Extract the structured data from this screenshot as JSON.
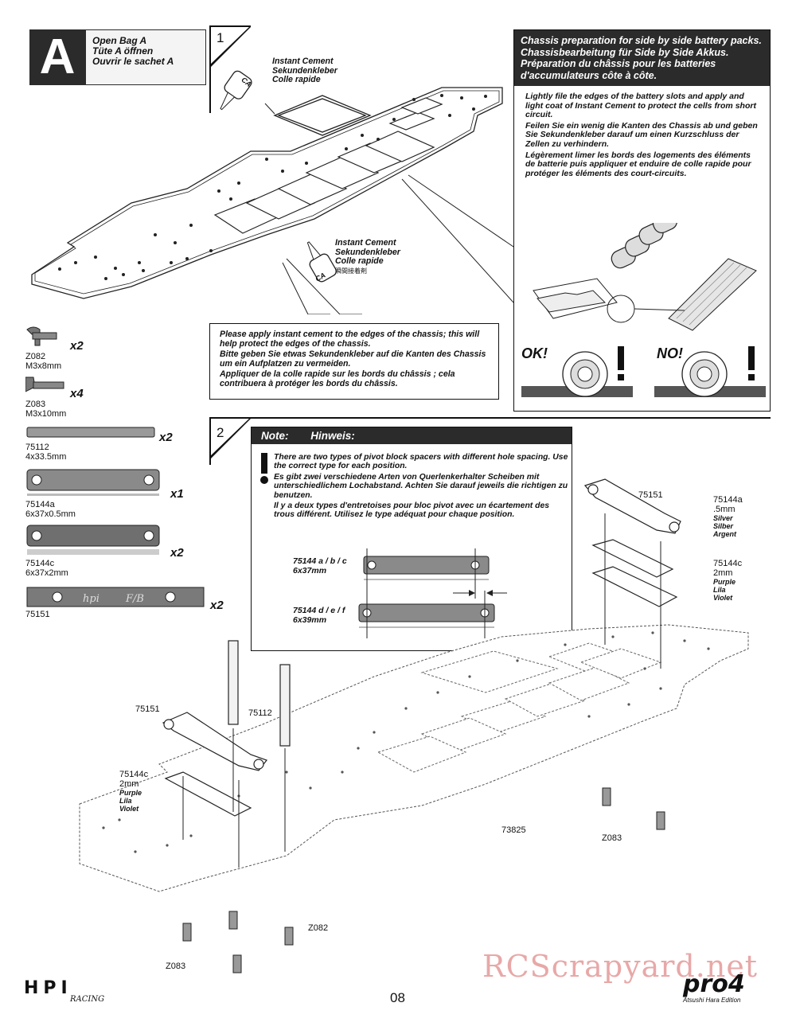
{
  "header": {
    "letter": "A",
    "lines": [
      "Open Bag A",
      "Tüte A öffnen",
      "Ouvrir le sachet A"
    ]
  },
  "step1": {
    "number": "1",
    "ca_top": [
      "Instant Cement",
      "Sekundenkleber",
      "Colle rapide"
    ],
    "ca_bottom": [
      "Instant Cement",
      "Sekundenkleber",
      "Colle rapide",
      "瞬間接着剤"
    ],
    "ca_bottle_label": "CA",
    "chassis_box": [
      "Please apply instant cement to the edges of the chassis; this will help protect the edges of the chassis.",
      "Bitte geben Sie etwas Sekundenkleber auf die Kanten des Chassis um ein Aufplatzen zu vermeiden.",
      "Appliquer de la colle rapide sur les bords du châssis ; cela contribuera à protéger les bords du châssis."
    ]
  },
  "side_panel": {
    "title": [
      "Chassis preparation for side by side battery packs.",
      "Chassisbearbeitung für Side by Side Akkus.",
      "Préparation du châssis pour les batteries d'accumulateurs côte à côte."
    ],
    "text": [
      "Lightly file the edges of the battery slots and apply and light coat of Instant Cement to protect the cells from short circuit.",
      "Feilen Sie ein wenig die Kanten des Chassis ab und geben Sie Sekundenkleber darauf um einen Kurzschluss der Zellen zu verhindern.",
      "Légèrement limer les bords des logements des éléments de batterie puis appliquer et enduire de colle rapide pour protéger les éléments des court-circuits."
    ],
    "ok_label": "OK!",
    "no_label": "NO!"
  },
  "parts": [
    {
      "code": "Z082",
      "size": "M3x8mm",
      "qty": "x2"
    },
    {
      "code": "Z083",
      "size": "M3x10mm",
      "qty": "x4"
    },
    {
      "code": "75112",
      "size": "4x33.5mm",
      "qty": "x2"
    },
    {
      "code": "75144a",
      "size": "6x37x0.5mm",
      "qty": "x1"
    },
    {
      "code": "75144c",
      "size": "6x37x2mm",
      "qty": "x2"
    },
    {
      "code": "75151",
      "size": "",
      "qty": "x2"
    }
  ],
  "part_75151_marks": [
    "hpi",
    "F/B"
  ],
  "step2": {
    "number": "2",
    "note_head": [
      "Note:",
      "Hinweis:"
    ],
    "note_text": [
      "There are two types of pivot block spacers with different hole spacing. Use the correct type for each position.",
      "Es gibt zwei verschiedene Arten von Querlenkerhalter Scheiben mit unterschiedlichem Lochabstand. Achten Sie darauf jeweils die richtigen zu benutzen.",
      "Il y a deux types d'entretoises pour bloc pivot avec un écartement des trous différent. Utilisez le type adéquat pour chaque position."
    ],
    "spacer1": [
      "75144 a / b / c",
      "6x37mm"
    ],
    "spacer2": [
      "75144 d / e / f",
      "6x39mm"
    ],
    "callouts": {
      "p75151_right": "75151",
      "p75144a_right": [
        "75144a",
        ".5mm",
        "Silver",
        "Silber",
        "Argent"
      ],
      "p75144c_right": [
        "75144c",
        "2mm",
        "Purple",
        "Lila",
        "Violet"
      ],
      "p75151_left": "75151",
      "p75112": "75112",
      "p75144c_left": [
        "75144c",
        "2mm",
        "Purple",
        "Lila",
        "Violet"
      ],
      "chassis": "73825",
      "z083_right": "Z083",
      "z082": "Z082",
      "z083_left": "Z083"
    }
  },
  "footer": {
    "page": "08",
    "brand_left": "HPI",
    "brand_left_sub": "RACING",
    "brand_right": "pro4",
    "brand_right_sub": "Atsushi Hara Edition",
    "watermark": "RCScrapyard.net"
  }
}
